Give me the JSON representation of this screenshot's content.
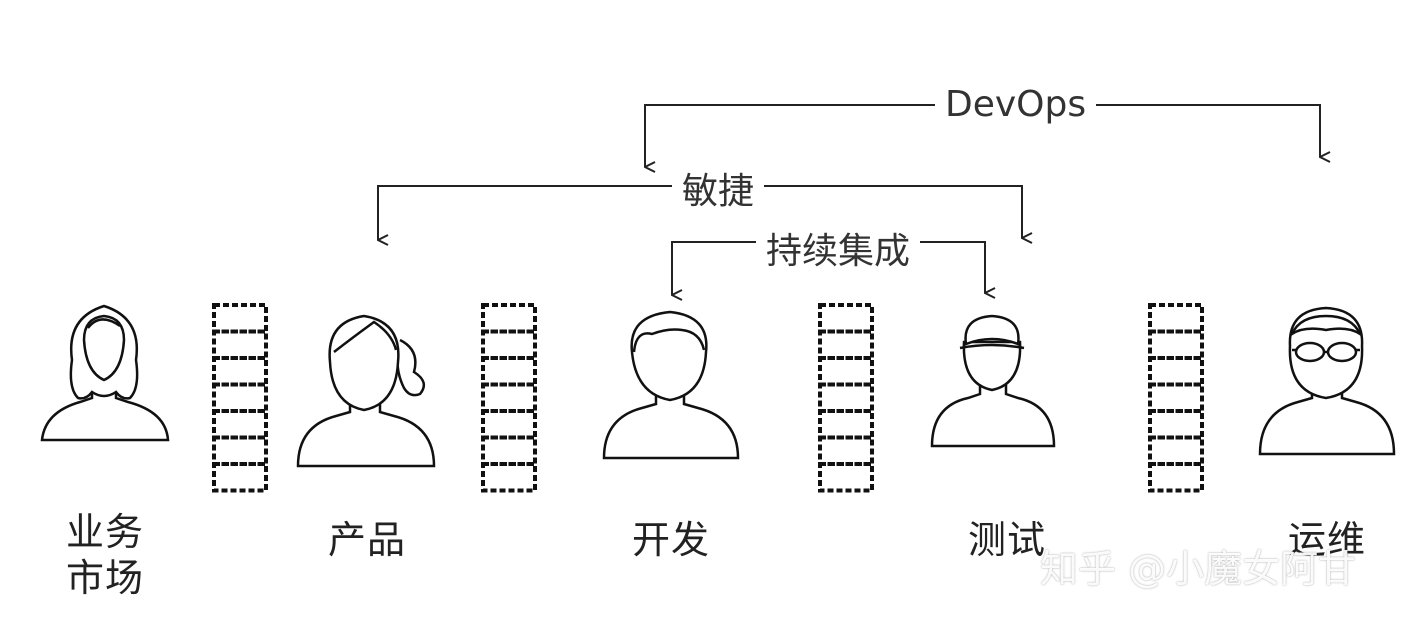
{
  "brackets": {
    "devops": "DevOps",
    "agile": "敏捷",
    "ci": "持续集成"
  },
  "roles": [
    {
      "id": "business",
      "lines": [
        "业务",
        "市场"
      ]
    },
    {
      "id": "product",
      "lines": [
        "产品"
      ]
    },
    {
      "id": "dev",
      "lines": [
        "开发"
      ]
    },
    {
      "id": "test",
      "lines": [
        "测试"
      ]
    },
    {
      "id": "ops",
      "lines": [
        "运维"
      ]
    }
  ],
  "watermark": "知乎 @小魔女阿甘",
  "colors": {
    "line": "#222222",
    "text": "#333333"
  }
}
